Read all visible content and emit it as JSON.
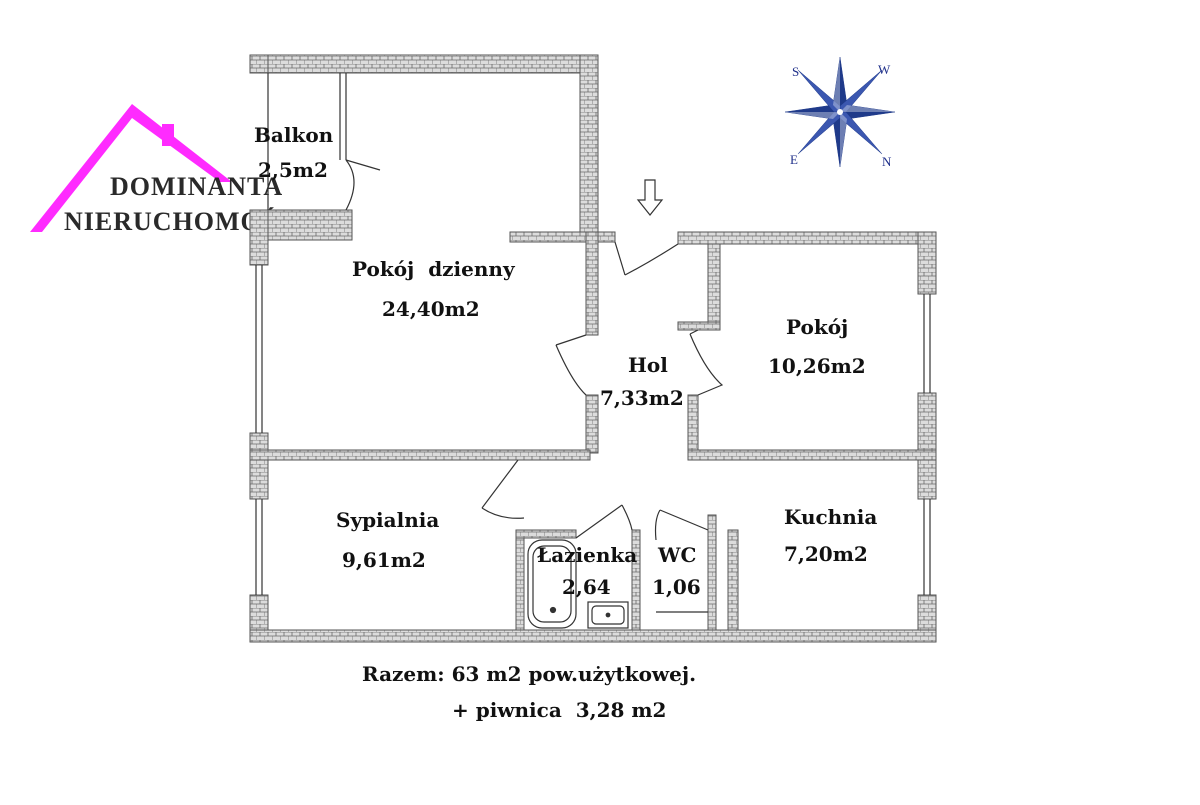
{
  "logo": {
    "line1": "DOMINANTA",
    "line2": "NIERUCHOMOŚCI",
    "accent_color": "#ff2bff"
  },
  "compass": {
    "letters": [
      "S",
      "W",
      "E",
      "N"
    ],
    "color": "#1f3a8a"
  },
  "rooms": {
    "balkon": {
      "name": "Balkon",
      "area": "2,5m2"
    },
    "pokoj_dzienny": {
      "name": "Pokój  dzienny",
      "area": "24,40m2"
    },
    "hol": {
      "name": "Hol",
      "area": "7,33m2"
    },
    "pokoj": {
      "name": "Pokój",
      "area": "10,26m2"
    },
    "sypialnia": {
      "name": "Sypialnia",
      "area": "9,61m2"
    },
    "lazienka": {
      "name": "Łazienka",
      "area": "2,64"
    },
    "wc": {
      "name": "WC",
      "area": "1,06"
    },
    "kuchnia": {
      "name": "Kuchnia",
      "area": "7,20m2"
    }
  },
  "summary": {
    "line1": "Razem: 63 m2 pow.użytkowej.",
    "line2": "+ piwnica  3,28 m2"
  },
  "colors": {
    "wall_fill": "#d8d8d8",
    "wall_stroke": "#555555",
    "line": "#333333"
  }
}
